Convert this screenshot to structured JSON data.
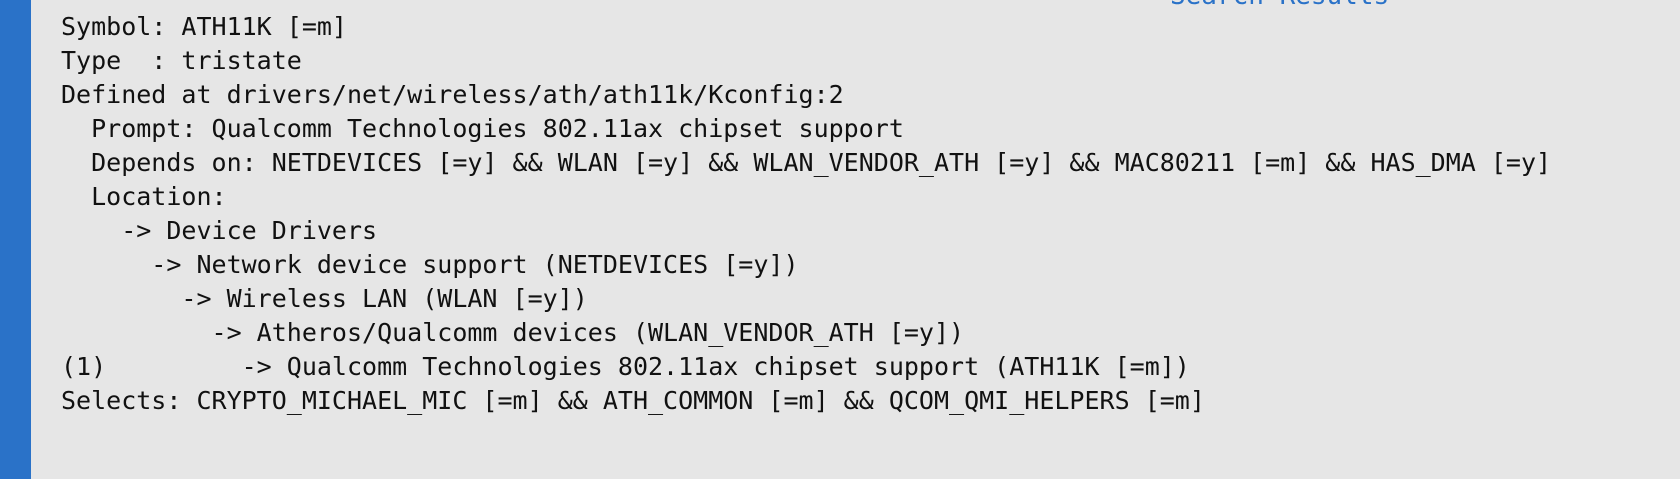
{
  "window": {
    "title_fragment": "Search Results"
  },
  "help": {
    "lines": [
      "Symbol: ATH11K [=m]",
      "Type  : tristate",
      "Defined at drivers/net/wireless/ath/ath11k/Kconfig:2",
      "  Prompt: Qualcomm Technologies 802.11ax chipset support",
      "  Depends on: NETDEVICES [=y] && WLAN [=y] && WLAN_VENDOR_ATH [=y] && MAC80211 [=m] && HAS_DMA [=y]",
      "  Location:",
      "    -> Device Drivers",
      "      -> Network device support (NETDEVICES [=y])",
      "        -> Wireless LAN (WLAN [=y])",
      "          -> Atheros/Qualcomm devices (WLAN_VENDOR_ATH [=y])",
      "(1)         -> Qualcomm Technologies 802.11ax chipset support (ATH11K [=m])",
      "Selects: CRYPTO_MICHAEL_MIC [=m] && ATH_COMMON [=m] && QCOM_QMI_HELPERS [=m]"
    ]
  }
}
